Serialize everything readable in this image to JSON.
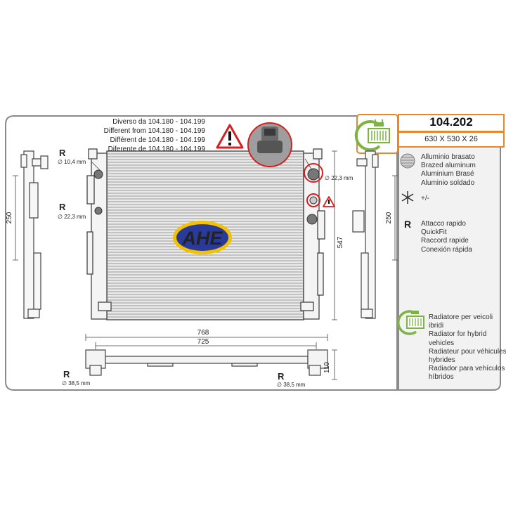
{
  "part_number": "104.202",
  "dimensions": "630 X 530 X 26",
  "brand": "AHE",
  "notice_lines": [
    "Diverso da 104.180 - 104.199",
    "Different from 104.180 - 104.199",
    "Différent de 104.180 - 104.199",
    "Diferente de 104.180 - 104.199"
  ],
  "material": [
    "Alluminio brasato",
    "Brazed aluminum",
    "Aluminium Brasé",
    "Aluminio soldado"
  ],
  "fan_note": "+/-",
  "quick_connect_symbol": "R",
  "quick_connect": [
    "Attacco rapido",
    "QuickFit",
    "Raccord rapide",
    "Conexión rápida"
  ],
  "hybrid": [
    "Radiatore per veicoli",
    "ibridi",
    "Radiator for hybrid",
    "vehicles",
    "Radiateur pour véhicules",
    "hybrides",
    "Radiador para vehículos",
    "híbridos"
  ],
  "drawing": {
    "r_symbol": "R",
    "top_left_port": "∅ 10,4 mm",
    "mid_left_port": "∅ 22,3 mm",
    "right_port": "∅ 22,3 mm",
    "bottom_left_port": "∅ 38,5 mm",
    "bottom_right_port": "∅ 38,5 mm",
    "height_left": "250",
    "height_right": "250",
    "core_height": "547",
    "overall_width": "768",
    "core_width": "725",
    "depth": "110"
  },
  "colors": {
    "frame": "#8a8a8a",
    "panel_bg": "#f2f2f2",
    "accent_orange": "#e8882a",
    "warning_red": "#d42020",
    "hybrid_green": "#7cb342",
    "logo_blue": "#2a3a9a",
    "logo_yellow": "#f2c200"
  }
}
